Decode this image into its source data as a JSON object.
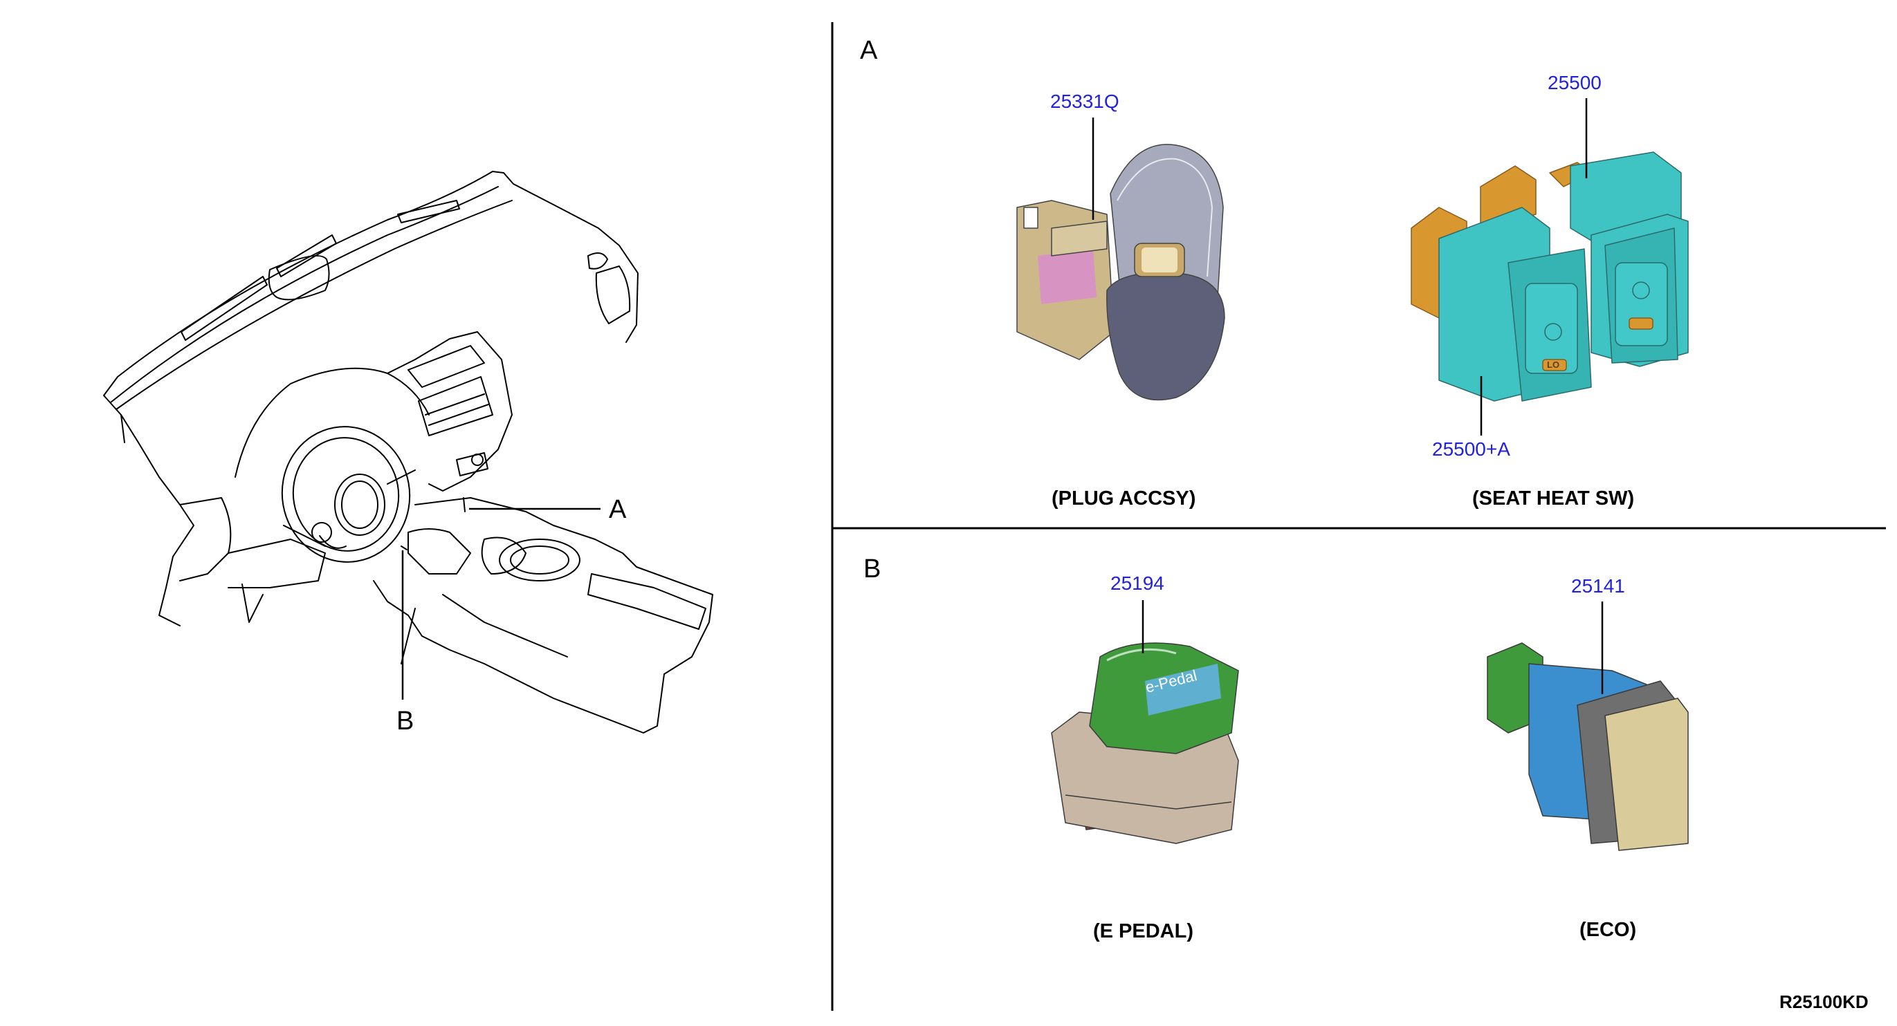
{
  "overview": {
    "callout_a": "A",
    "callout_b": "B"
  },
  "section_a": {
    "letter": "A",
    "plug": {
      "part_number": "25331Q",
      "caption": "(PLUG ACCSY)"
    },
    "seat_heat": {
      "part_number_top": "25500",
      "part_number_bottom": "25500+A",
      "caption": "(SEAT HEAT SW)",
      "button_text": "LO"
    }
  },
  "section_b": {
    "letter": "B",
    "epedal": {
      "part_number": "25194",
      "caption": "(E PEDAL)",
      "key_text": "e-Pedal"
    },
    "eco": {
      "part_number": "25141",
      "caption": "(ECO)"
    }
  },
  "drawing_ref": "R25100KD",
  "colors": {
    "leader": "#000000",
    "part_number_text": "#2222dd",
    "tan": "#cdb88a",
    "pink": "#d88fc8",
    "slate": "#5d6078",
    "silver": "#a7aabd",
    "orange": "#d9982f",
    "teal": "#3fc3c3",
    "green": "#3f9a3c",
    "beige": "#c9b7a6",
    "maroon": "#8e3b3b",
    "blue": "#3b8fcf",
    "gray": "#6f6f6f",
    "cream": "#d9cc9a"
  }
}
